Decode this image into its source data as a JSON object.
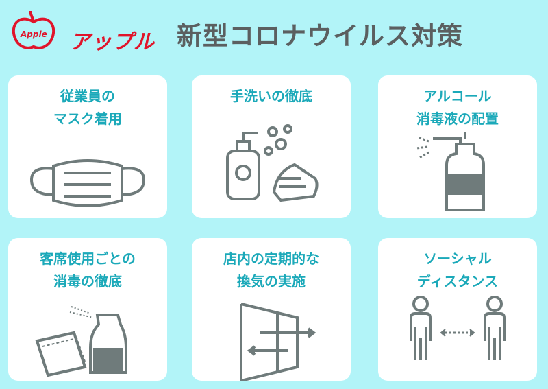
{
  "brand": {
    "logo_text": "アップル",
    "logo_mark_text": "Apple"
  },
  "title": "新型コロナウイルス対策",
  "cards": [
    {
      "line1": "従業員の",
      "line2": "マスク着用",
      "icon": "mask-icon"
    },
    {
      "line1": "手洗いの徹底",
      "line2": "",
      "icon": "handwash-icon"
    },
    {
      "line1": "アルコール",
      "line2": "消毒液の配置",
      "icon": "sanitizer-icon"
    },
    {
      "line1": "客席使用ごとの",
      "line2": "消毒の徹底",
      "icon": "spray-cloth-icon"
    },
    {
      "line1": "店内の定期的な",
      "line2": "換気の実施",
      "icon": "window-ventilation-icon"
    },
    {
      "line1": "ソーシャル",
      "line2": "ディスタンス",
      "icon": "social-distance-icon"
    }
  ],
  "colors": {
    "background": "#b2f4f8",
    "accent": "#1ba9b9",
    "icon": "#6f7b7b",
    "brand": "#e0142a"
  }
}
